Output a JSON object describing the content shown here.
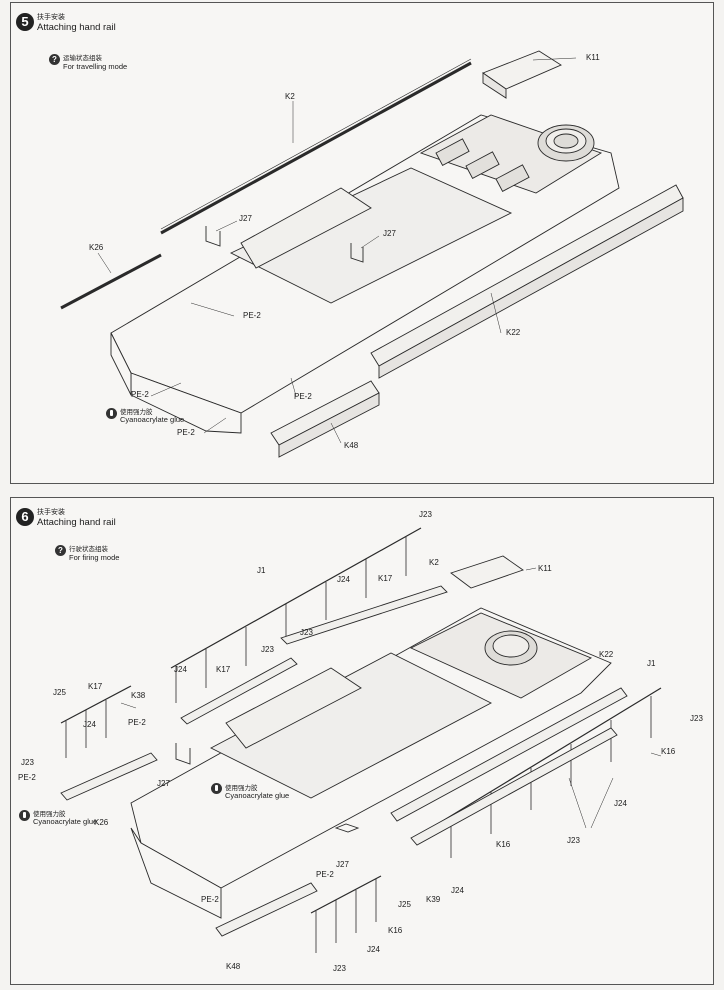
{
  "step5": {
    "number": "5",
    "title_zh": "扶手安装",
    "title_en": "Attaching hand rail",
    "mode_zh": "运输状态组装",
    "mode_en": "For travelling mode",
    "glue_zh": "使用强力胶",
    "glue_en": "Cyanoacrylate glue",
    "labels": {
      "k11": "K11",
      "k2": "K2",
      "j27a": "J27",
      "j27b": "J27",
      "k26": "K26",
      "pe2a": "PE-2",
      "pe2b": "PE-2",
      "pe2c": "PE-2",
      "pe2d": "PE-2",
      "k22": "K22",
      "k48": "K48"
    }
  },
  "step6": {
    "number": "6",
    "title_zh": "扶手安装",
    "title_en": "Attaching hand rail",
    "mode_zh": "行驶状态组装",
    "mode_en": "For firing mode",
    "glue1_zh": "使用强力胶",
    "glue1_en": "Cyanoacrylate glue",
    "glue2_zh": "使用强力胶",
    "glue2_en": "Cyanoacrylate glue",
    "labels": {
      "j23a": "J23",
      "k2": "K2",
      "k11": "K11",
      "j1a": "J1",
      "j24a": "J24",
      "k17a": "K17",
      "j23b": "J23",
      "j23c": "J23",
      "j24b": "J24",
      "k17b": "K17",
      "k22": "K22",
      "j1b": "J1",
      "j25a": "J25",
      "k17c": "K17",
      "k38": "K38",
      "j24c": "J24",
      "pe2a": "PE-2",
      "j23d": "J23",
      "j23e": "J23",
      "k16a": "K16",
      "pe2b": "PE-2",
      "j27a": "J27",
      "k26": "K26",
      "j24d": "J24",
      "j23f": "J23",
      "k16b": "K16",
      "j27b": "J27",
      "pe2c": "PE-2",
      "j24e": "J24",
      "k39": "K39",
      "pe2d": "PE-2",
      "j25b": "J25",
      "k16c": "K16",
      "j24f": "J24",
      "k48": "K48",
      "j23g": "J23"
    }
  }
}
